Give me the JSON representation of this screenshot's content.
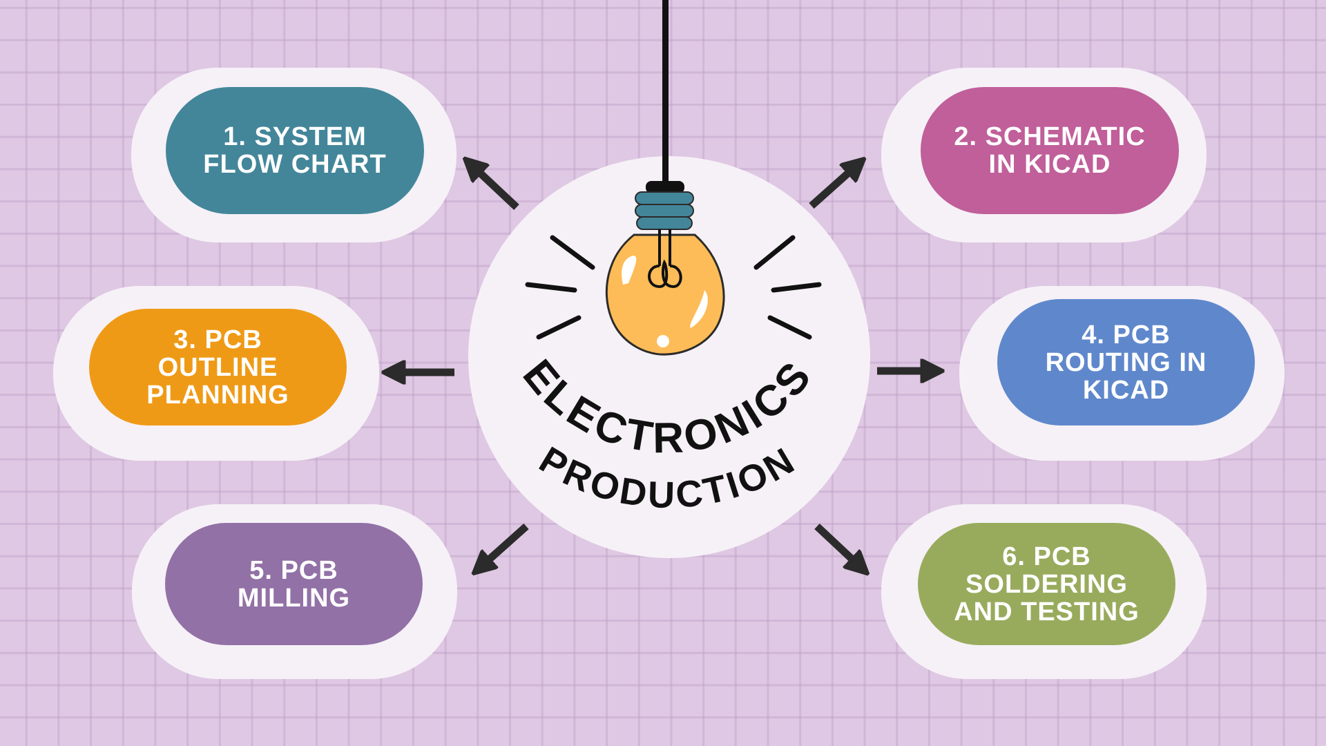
{
  "title": {
    "line1": "ELECTRONICS",
    "line2": "PRODUCTION"
  },
  "steps": [
    {
      "label": "1. System Flow Chart",
      "color": "#43869a"
    },
    {
      "label": "2. Schematic in KiCad",
      "color": "#c05f9a"
    },
    {
      "label": "3. PCB Outline Planning",
      "color": "#ef9a16"
    },
    {
      "label": "4. PCB Routing in KiCad",
      "color": "#5f88cc"
    },
    {
      "label": "5. PCB Milling",
      "color": "#9271a6"
    },
    {
      "label": "6. PCB Soldering and Testing",
      "color": "#98ab5d"
    }
  ],
  "icons": {
    "center": "lightbulb-icon",
    "arrows": "arrow-icon"
  }
}
